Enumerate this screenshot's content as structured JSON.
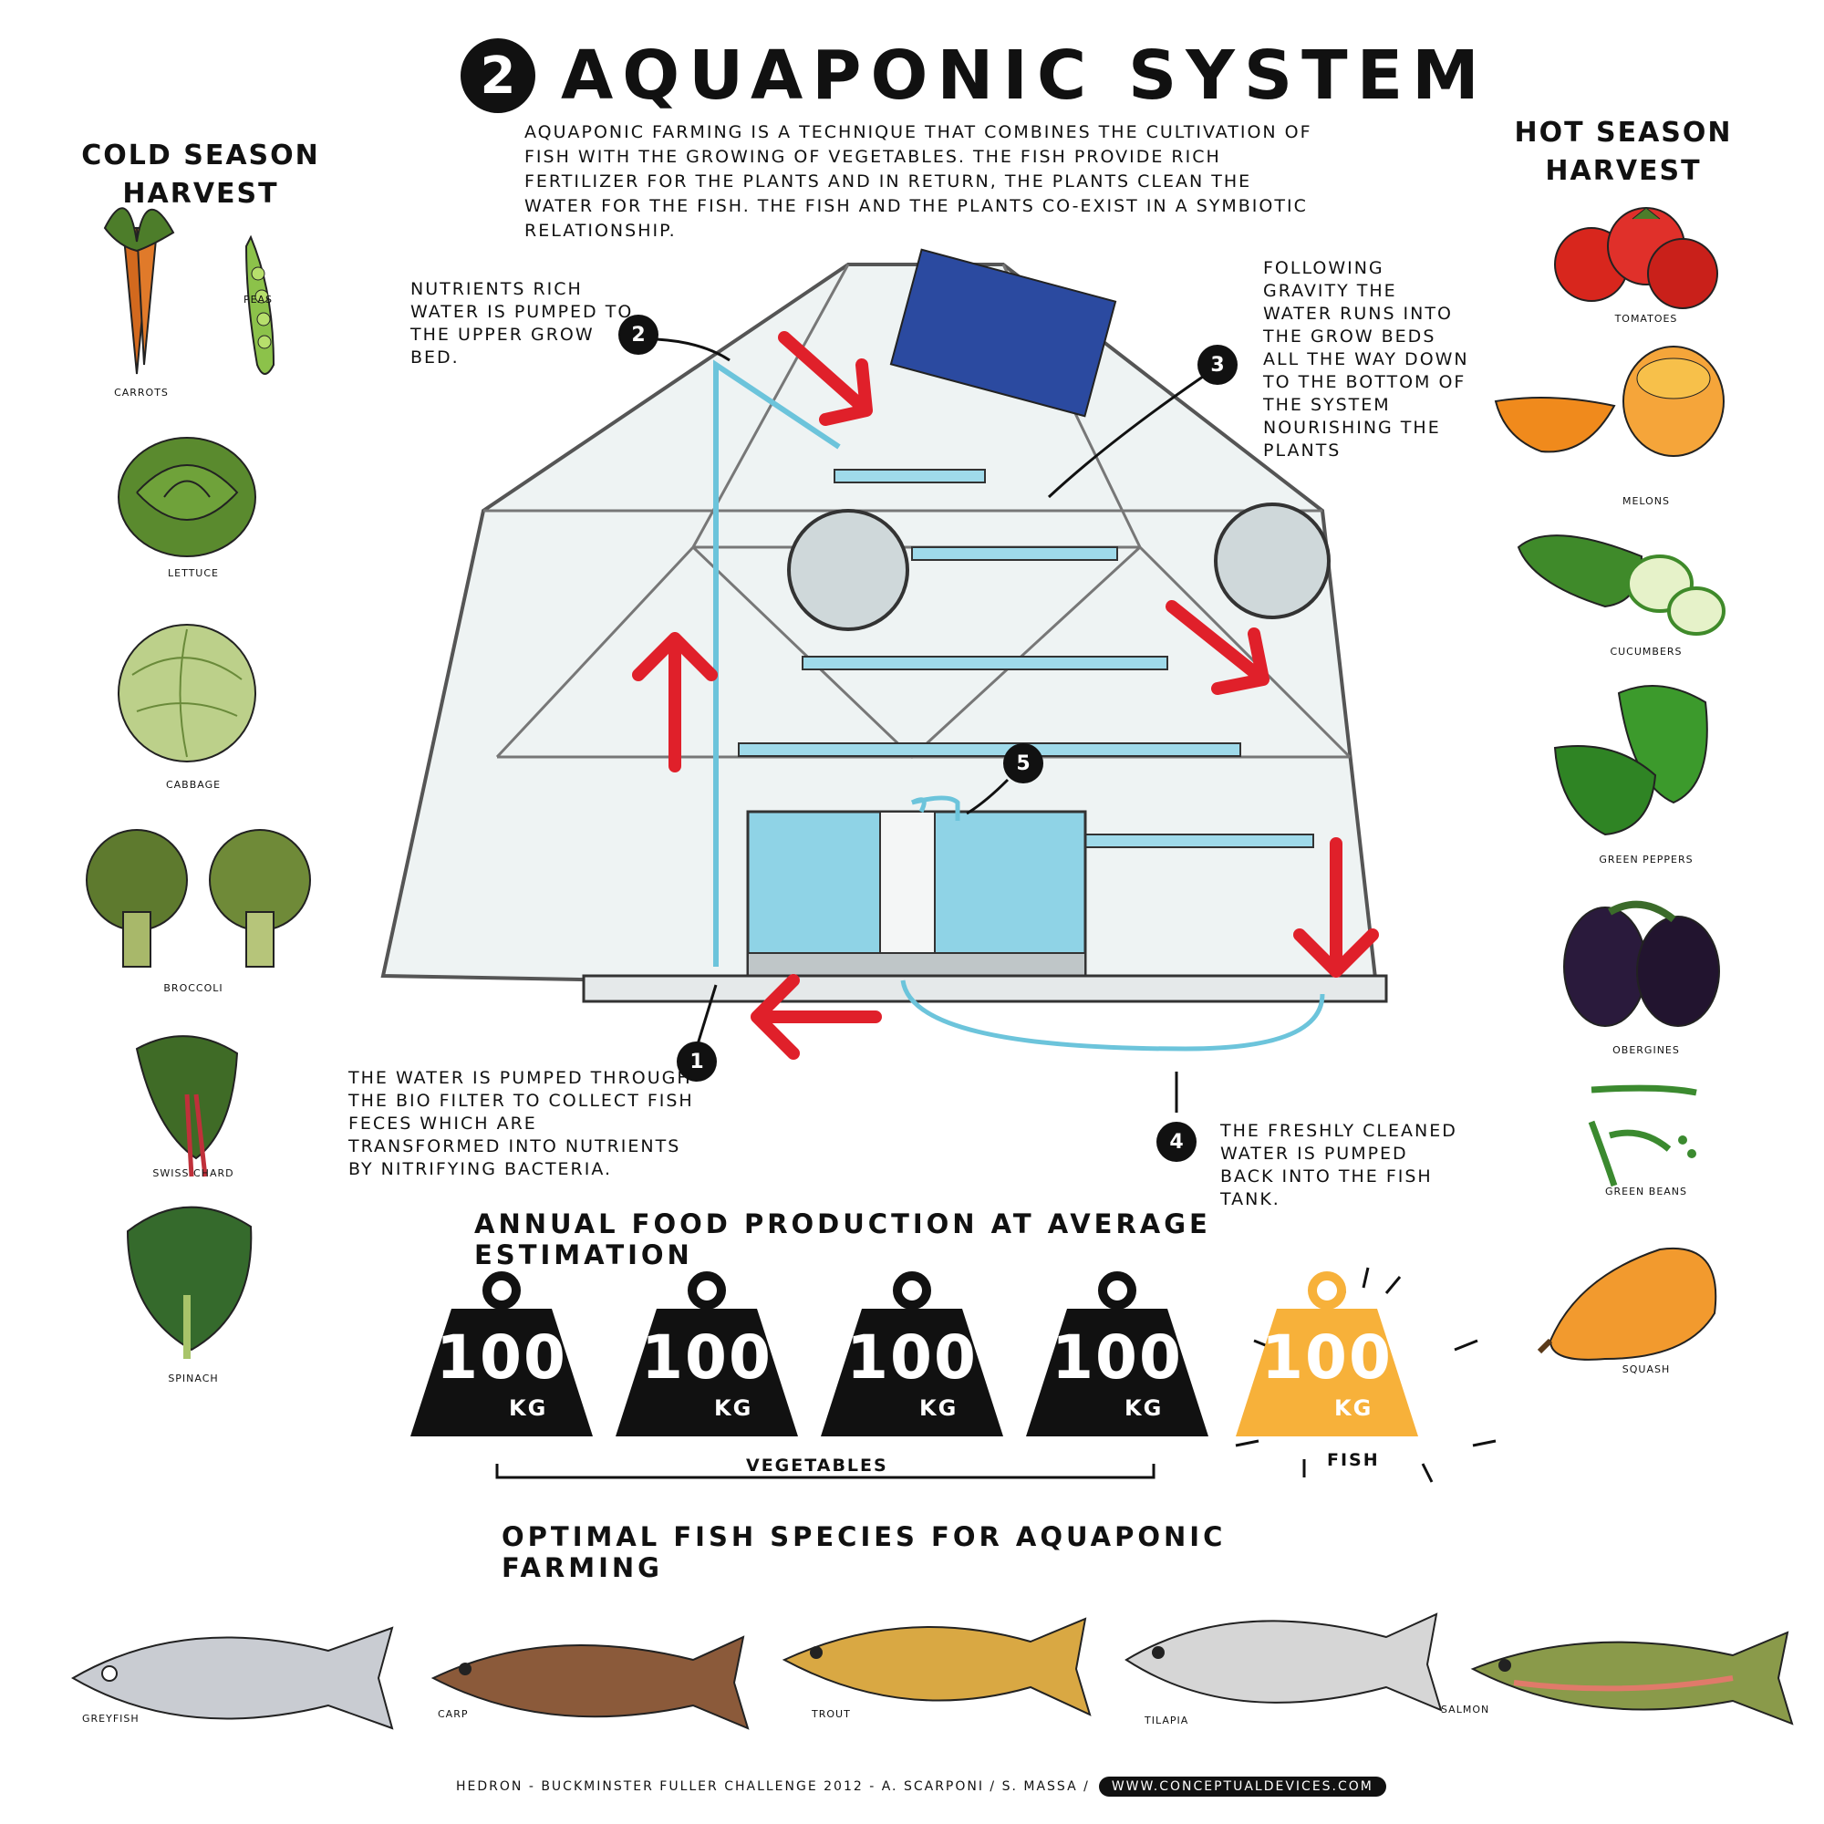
{
  "title": {
    "number": "2",
    "text": "Aquaponic System"
  },
  "intro": "Aquaponic farming is a technique that combines the cultivation of fish with the growing of vegetables. The fish provide rich fertilizer for the plants and in return, the plants clean the water for the fish. The fish and the plants co-exist in a symbiotic relationship.",
  "cold_season": {
    "title_line1": "Cold Season",
    "title_line2": "Harvest",
    "items": [
      {
        "label": "Carrots",
        "icon": "carrots-icon",
        "color": "#d2691e"
      },
      {
        "label": "Peas",
        "icon": "peas-icon",
        "color": "#7fb13d"
      },
      {
        "label": "Lettuce",
        "icon": "lettuce-icon",
        "color": "#5a8a2e"
      },
      {
        "label": "Cabbage",
        "icon": "cabbage-icon",
        "color": "#a8c46a"
      },
      {
        "label": "Broccoli",
        "icon": "broccoli-icon",
        "color": "#5e7a2e"
      },
      {
        "label": "Swiss Chard",
        "icon": "swiss-chard-icon",
        "color": "#3f6b26"
      },
      {
        "label": "Spinach",
        "icon": "spinach-icon",
        "color": "#356a2c"
      }
    ]
  },
  "hot_season": {
    "title_line1": "Hot Season",
    "title_line2": "Harvest",
    "items": [
      {
        "label": "Tomatoes",
        "icon": "tomatoes-icon",
        "color": "#d8261d"
      },
      {
        "label": "Melons",
        "icon": "melons-icon",
        "color": "#f08a1c"
      },
      {
        "label": "Cucumbers",
        "icon": "cucumbers-icon",
        "color": "#3f8a2a"
      },
      {
        "label": "Green Peppers",
        "icon": "green-peppers-icon",
        "color": "#3c9a2c"
      },
      {
        "label": "Obergines",
        "icon": "obergines-icon",
        "color": "#2a1a3c"
      },
      {
        "label": "Green Beans",
        "icon": "green-beans-icon",
        "color": "#3b8a2f"
      },
      {
        "label": "Squash",
        "icon": "squash-icon",
        "color": "#f29a2e"
      }
    ]
  },
  "callouts": {
    "c1": {
      "num": "1",
      "text": "The water is pumped through the bio filter to collect fish feces which are transformed into nutrients by nitrifying bacteria."
    },
    "c2": {
      "num": "2",
      "text": "Nutrients rich water is pumped to the upper grow bed."
    },
    "c3": {
      "num": "3",
      "text": "Following gravity the water runs into the grow beds all the way down to the bottom of the system nourishing the plants"
    },
    "c4": {
      "num": "4",
      "text": "The freshly cleaned water is pumped back into the fish tank."
    },
    "c5": {
      "num": "5"
    }
  },
  "production": {
    "title": "Annual food production at average estimation",
    "weights": [
      {
        "value": "100",
        "unit": "Kg",
        "color": "#111111"
      },
      {
        "value": "100",
        "unit": "Kg",
        "color": "#111111"
      },
      {
        "value": "100",
        "unit": "Kg",
        "color": "#111111"
      },
      {
        "value": "100",
        "unit": "Kg",
        "color": "#111111"
      },
      {
        "value": "100",
        "unit": "Kg",
        "color": "#f7b13a"
      }
    ],
    "vegetables_label": "Vegetables",
    "fish_label": "Fish"
  },
  "fish_section": {
    "title": "Optimal fish species for aquaponic farming",
    "fish": [
      {
        "label": "Greyfish",
        "icon": "greyfish-icon",
        "color": "#c9ccd2"
      },
      {
        "label": "Carp",
        "icon": "carp-icon",
        "color": "#8b5a3a"
      },
      {
        "label": "Trout",
        "icon": "trout-icon",
        "color": "#d9a843"
      },
      {
        "label": "Tilapia",
        "icon": "tilapia-icon",
        "color": "#d6d6d6"
      },
      {
        "label": "Salmon",
        "icon": "salmon-icon",
        "color": "#8a9a4a"
      }
    ]
  },
  "credits": {
    "text": "Hedron - Buckminster Fuller Challenge 2012 - A. Scarponi / S. Massa /",
    "url": "www.conceptualdevices.com"
  },
  "colors": {
    "water": "#8fd3e6",
    "pipe": "#6cc4db",
    "arrow": "#e0202a",
    "accent": "#f7b13a"
  }
}
